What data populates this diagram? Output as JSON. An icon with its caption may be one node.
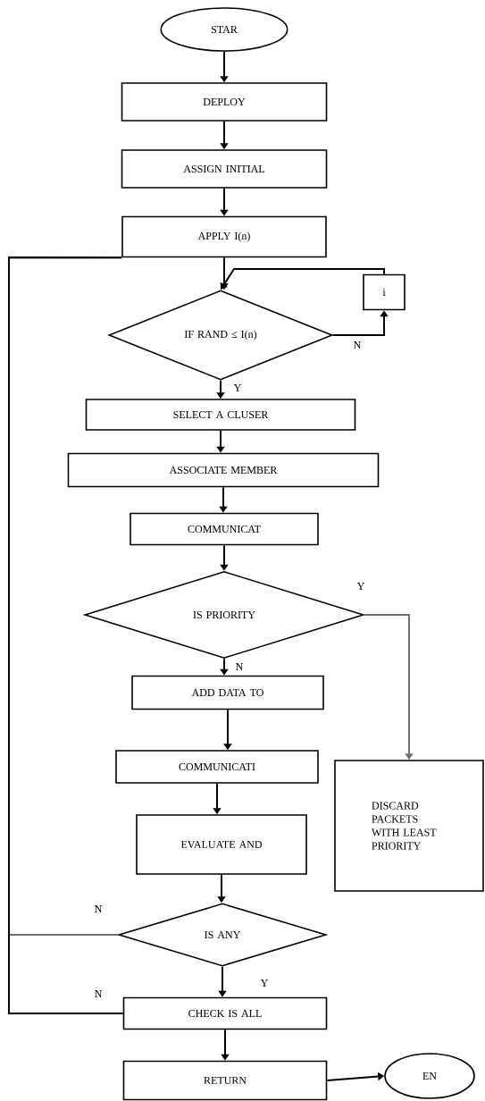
{
  "diagram": {
    "nodes": [
      {
        "text": [
          "STAR"
        ]
      },
      {
        "text": [
          "DEPLOY"
        ]
      },
      {
        "text": [
          "ASSIGN INITIAL"
        ]
      },
      {
        "text": [
          "APPLY I(n)"
        ]
      },
      {
        "text": [
          "IF RAND ≤ I(n)"
        ]
      },
      {
        "text": [
          "i"
        ]
      },
      {
        "text": [
          "SELECT A CLUSER"
        ]
      },
      {
        "text": [
          "ASSOCIATE MEMBER"
        ]
      },
      {
        "text": [
          "COMMUNICAT"
        ]
      },
      {
        "text": [
          "IS PRIORITY"
        ]
      },
      {
        "text": [
          "ADD DATA TO"
        ]
      },
      {
        "text": [
          "COMMUNICATI"
        ]
      },
      {
        "text": [
          "EVALUATE AND"
        ]
      },
      {
        "text": [
          "DISCARD PACKETS WITH LEAST PRIORITY"
        ]
      },
      {
        "text": [
          "IS ANY"
        ]
      },
      {
        "text": [
          "CHECK IS ALL"
        ]
      },
      {
        "text": [
          "RETURN"
        ]
      },
      {
        "text": [
          "EN"
        ]
      }
    ],
    "edges": [
      {
        "from": 0,
        "to": 1,
        "arrow": "to"
      },
      {
        "from": 1,
        "to": 2,
        "arrow": "to"
      },
      {
        "from": 2,
        "to": 3,
        "arrow": "to"
      },
      {
        "from": 3,
        "to": 4,
        "arrow": "to"
      },
      {
        "from": 4,
        "to": 5,
        "arrow": "to",
        "label": "N"
      },
      {
        "from": 5,
        "to": 4,
        "arrow": "to"
      },
      {
        "from": 4,
        "to": 6,
        "arrow": "to",
        "label": "Y"
      },
      {
        "from": 6,
        "to": 7,
        "arrow": "to"
      },
      {
        "from": 7,
        "to": 8,
        "arrow": "to"
      },
      {
        "from": 8,
        "to": 9,
        "arrow": "to"
      },
      {
        "from": 9,
        "to": 10,
        "arrow": "to",
        "label": "N"
      },
      {
        "from": 9,
        "to": 13,
        "arrow": "to",
        "label": "Y",
        "color": "#707070"
      },
      {
        "from": 10,
        "to": 11,
        "arrow": "to"
      },
      {
        "from": 11,
        "to": 12,
        "arrow": "to"
      },
      {
        "from": 12,
        "to": 14,
        "arrow": "to"
      },
      {
        "from": 14,
        "to": 15,
        "arrow": "to",
        "label": "Y"
      },
      {
        "from": 14,
        "to": 3,
        "arrow": "none",
        "label": "N",
        "color": "#707070"
      },
      {
        "from": 15,
        "to": 3,
        "arrow": "none",
        "label": "N"
      },
      {
        "from": 15,
        "to": 16,
        "arrow": "to"
      },
      {
        "from": 16,
        "to": 17,
        "arrow": "to"
      }
    ]
  }
}
